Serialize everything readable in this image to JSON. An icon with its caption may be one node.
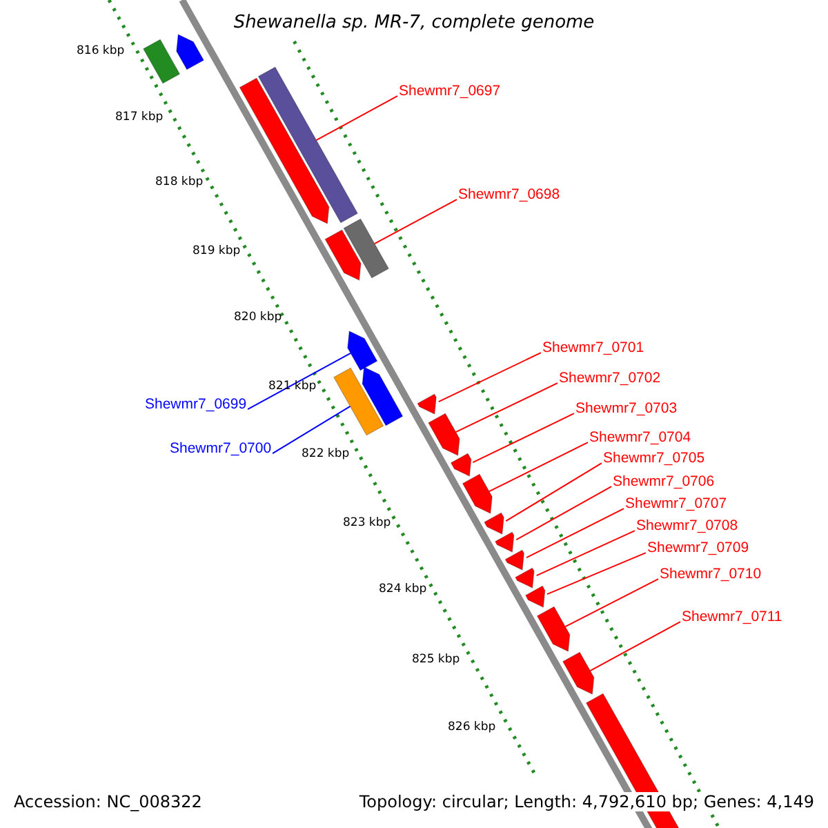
{
  "diagram": {
    "title": "Shewanella sp. MR-7, complete genome",
    "nodes": [
      {
        "text": [
          "Shewmr7_0697"
        ]
      },
      {
        "text": [
          "Shewmr7_0698"
        ]
      },
      {
        "text": [
          "Shewmr7_0699"
        ]
      },
      {
        "text": [
          "Shewmr7_0700"
        ]
      },
      {
        "text": [
          "Shewmr7_0701"
        ]
      },
      {
        "text": [
          "Shewmr7_0702"
        ]
      },
      {
        "text": [
          "Shewmr7_0703"
        ]
      },
      {
        "text": [
          "Shewmr7_0704"
        ]
      },
      {
        "text": [
          "Shewmr7_0705"
        ]
      },
      {
        "text": [
          "Shewmr7_0706"
        ]
      },
      {
        "text": [
          "Shewmr7_0707"
        ]
      },
      {
        "text": [
          "Shewmr7_0708"
        ]
      },
      {
        "text": [
          "Shewmr7_0709"
        ]
      },
      {
        "text": [
          "Shewmr7_0710"
        ]
      },
      {
        "text": [
          "Shewmr7_0711"
        ]
      },
      {
        "text": [],
        "shape": "bar"
      },
      {
        "text": [],
        "shape": "bar"
      },
      {
        "text": [],
        "shape": "bar"
      },
      {
        "text": [],
        "shape": "bar"
      },
      {
        "text": [],
        "shape": "bar"
      },
      {
        "text": [],
        "shape": "bar"
      },
      {
        "text": [],
        "shape": "bar"
      },
      {
        "text": [],
        "shape": "bar"
      },
      {
        "text": [],
        "shape": "bar"
      },
      {
        "text": [],
        "shape": "bar"
      },
      {
        "text": [],
        "shape": "bar"
      },
      {
        "text": [],
        "shape": "bar"
      },
      {
        "text": [],
        "shape": "bar"
      },
      {
        "text": [],
        "shape": "bar"
      },
      {
        "text": [],
        "shape": "bar"
      },
      {
        "text": [],
        "shape": "bar"
      },
      {
        "text": [],
        "shape": "bar"
      },
      {
        "text": [],
        "shape": "bar"
      }
    ],
    "edges": [
      {
        "from": 0,
        "to": 17,
        "arrow": "none"
      },
      {
        "from": 1,
        "to": 18,
        "arrow": "none"
      },
      {
        "from": 2,
        "to": 19,
        "arrow": "none",
        "color": "#0000ff"
      },
      {
        "from": 3,
        "to": 20,
        "arrow": "none",
        "color": "#0000ff"
      },
      {
        "from": 4,
        "to": 21,
        "arrow": "none"
      },
      {
        "from": 5,
        "to": 22,
        "arrow": "none"
      },
      {
        "from": 6,
        "to": 23,
        "arrow": "none"
      },
      {
        "from": 7,
        "to": 24,
        "arrow": "none"
      },
      {
        "from": 8,
        "to": 25,
        "arrow": "none"
      },
      {
        "from": 9,
        "to": 26,
        "arrow": "none"
      },
      {
        "from": 10,
        "to": 27,
        "arrow": "none"
      },
      {
        "from": 11,
        "to": 28,
        "arrow": "none"
      },
      {
        "from": 12,
        "to": 29,
        "arrow": "none"
      },
      {
        "from": 13,
        "to": 30,
        "arrow": "none"
      },
      {
        "from": 14,
        "to": 31,
        "arrow": "none"
      }
    ],
    "labels": [
      "816 kbp",
      "817 kbp",
      "818 kbp",
      "819 kbp",
      "820 kbp",
      "821 kbp",
      "822 kbp",
      "823 kbp",
      "824 kbp",
      "825 kbp",
      "826 kbp",
      "Accession: NC_008322",
      "Topology: circular; Length: 4,792,610 bp; Genes: 4,149"
    ]
  }
}
